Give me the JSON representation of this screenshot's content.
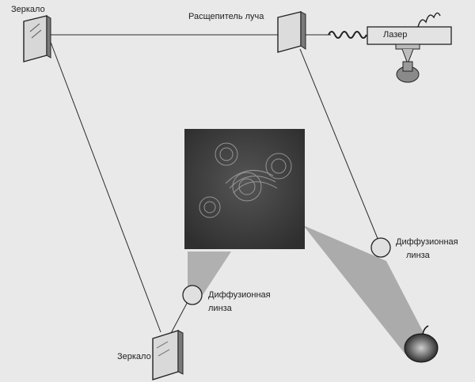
{
  "labels": {
    "mirror_top": "Зеркало",
    "beam_splitter": "Расщепитель луча",
    "laser": "Лазер",
    "diffusion_lens_right_line1": "Диффузионная",
    "diffusion_lens_right_line2": "линза",
    "diffusion_lens_left_line1": "Диффузионная",
    "diffusion_lens_left_line2": "линза",
    "mirror_bottom": "Зеркало"
  },
  "colors": {
    "background": "#e9e9e9",
    "line": "#2a2a2a",
    "beam_cone": "#9a9a9a",
    "plate": "#3a3a3a"
  },
  "icons": [
    "mirror-icon",
    "beam-splitter-icon",
    "laser-icon",
    "lens-icon",
    "object-icon",
    "holographic-plate"
  ]
}
